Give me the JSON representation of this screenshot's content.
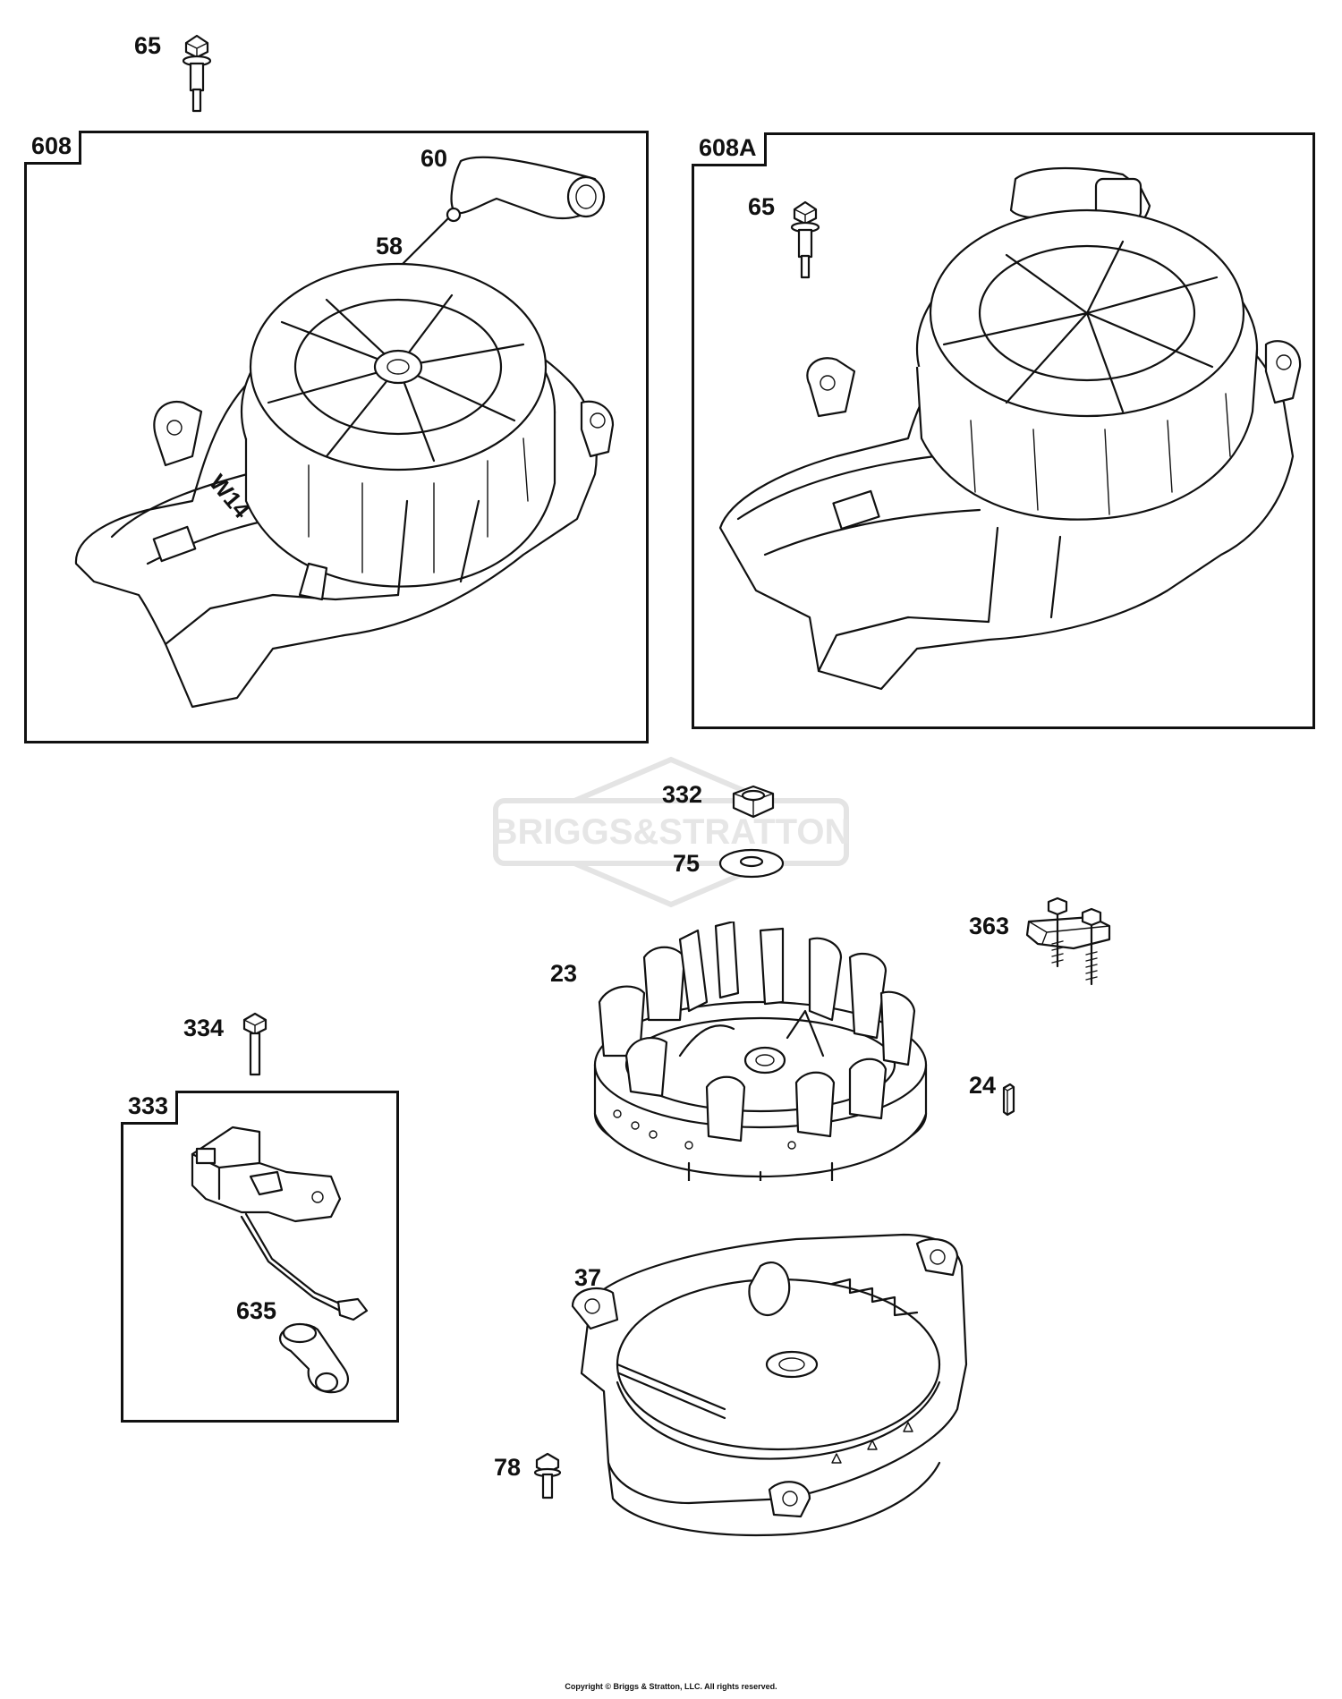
{
  "watermark": {
    "brand_text": "BRIGGS&STRATTON"
  },
  "boxes": {
    "box_608": "608",
    "box_608a": "608A",
    "box_333": "333"
  },
  "callouts": {
    "c65_top": "65",
    "c60": "60",
    "c58": "58",
    "c65_box": "65",
    "c332": "332",
    "c75": "75",
    "c363": "363",
    "c23": "23",
    "c334": "334",
    "c24": "24",
    "c635": "635",
    "c37": "37",
    "c78": "78"
  },
  "part_markings": {
    "housing_text": "W14"
  },
  "footer": {
    "copyright": "Copyright © Briggs & Stratton, LLC. All rights reserved."
  }
}
